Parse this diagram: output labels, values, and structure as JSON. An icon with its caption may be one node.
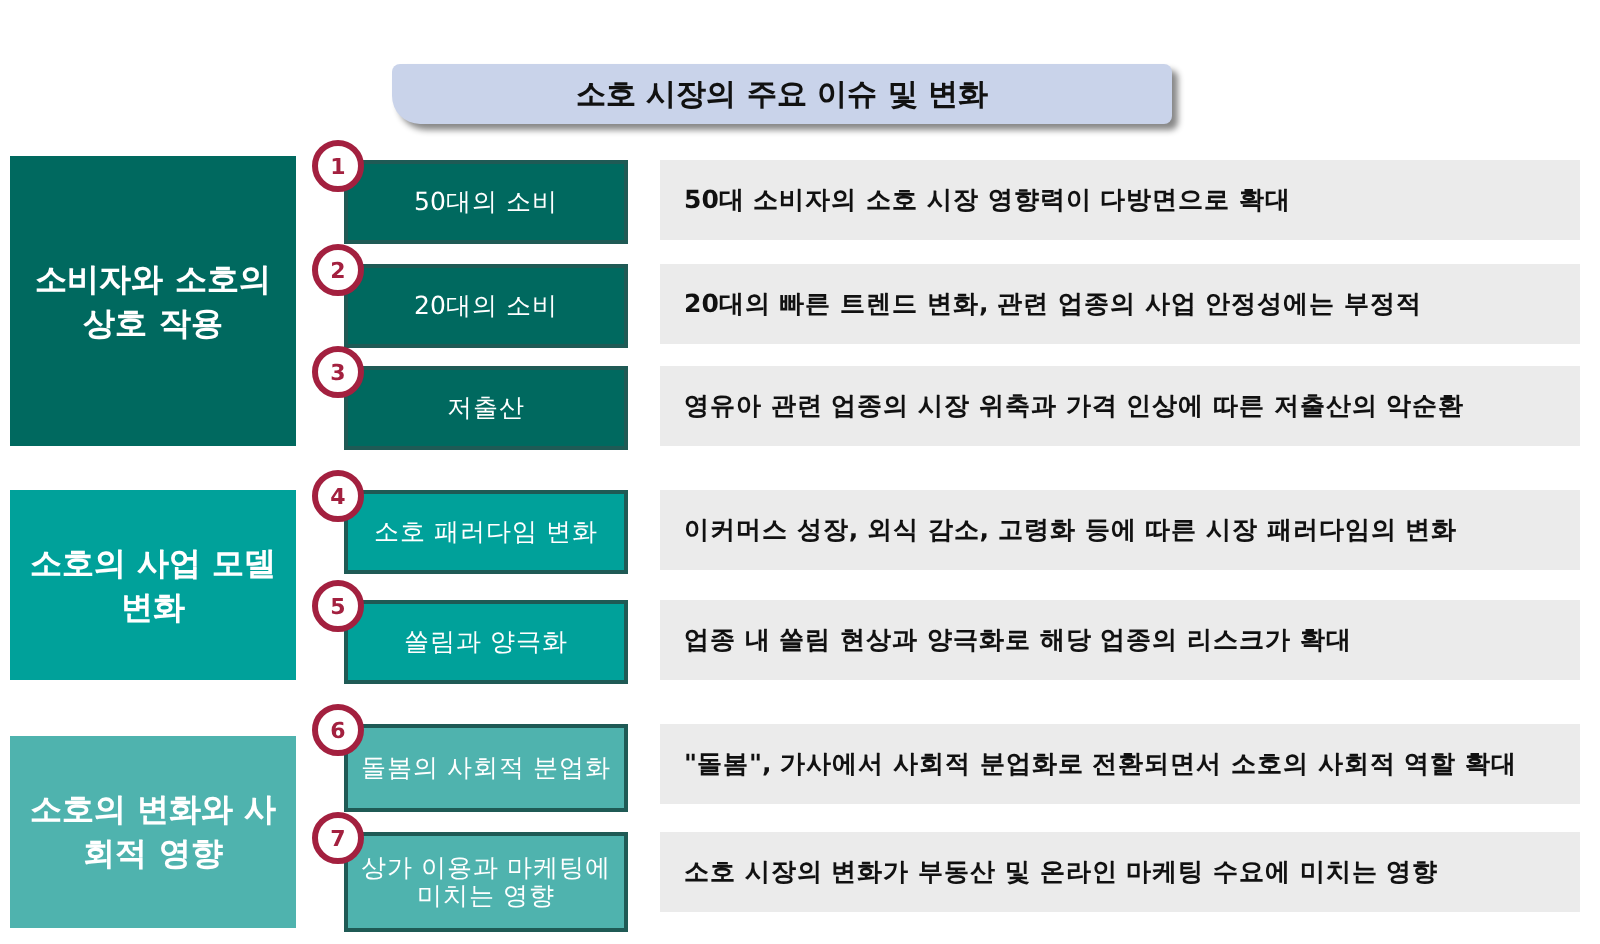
{
  "diagram": {
    "title": "소호 시장의 주요 이슈 및 변화",
    "nodes": [
      {
        "text": [
          "소비자와 소호의 상호 작용"
        ]
      },
      {
        "text": [
          "소호의 사업 모델 변화"
        ]
      },
      {
        "text": [
          "소호의 변화와 사회적 영향"
        ]
      },
      {
        "text": [
          "1"
        ]
      },
      {
        "text": [
          "2"
        ]
      },
      {
        "text": [
          "3"
        ]
      },
      {
        "text": [
          "4"
        ]
      },
      {
        "text": [
          "5"
        ]
      },
      {
        "text": [
          "6"
        ]
      },
      {
        "text": [
          "7"
        ]
      },
      {
        "text": [
          "50대의 소비"
        ]
      },
      {
        "text": [
          "20대의 소비"
        ]
      },
      {
        "text": [
          "저출산"
        ]
      },
      {
        "text": [
          "소호 패러다임 변화"
        ]
      },
      {
        "text": [
          "쏠림과 양극화"
        ]
      },
      {
        "text": [
          "돌봄의 사회적 분업화"
        ]
      },
      {
        "text": [
          "상가 이용과 마케팅에 미치는 영향"
        ]
      },
      {
        "text": [
          "50대 소비자의 소호 시장 영향력이 다방면으로 확대"
        ]
      },
      {
        "text": [
          "20대의 빠른 트렌드 변화, 관련 업종의 사업 안정성에는 부정적"
        ]
      },
      {
        "text": [
          "영유아 관련 업종의 시장 위축과 가격 인상에 따른 저출산의 악순환"
        ]
      },
      {
        "text": [
          "이커머스 성장, 외식 감소, 고령화 등에 따른 시장 패러다임의 변화"
        ]
      },
      {
        "text": [
          "업종 내 쏠림 현상과 양극화로 해당 업종의 리스크가 확대"
        ]
      },
      {
        "text": [
          "\"돌봄\", 가사에서 사회적 분업화로 전환되면서 소호의 사회적 역할 확대"
        ]
      },
      {
        "text": [
          "소호 시장의 변화가 부동산 및 온라인 마케팅 수요에 미치는 영향"
        ]
      }
    ]
  }
}
